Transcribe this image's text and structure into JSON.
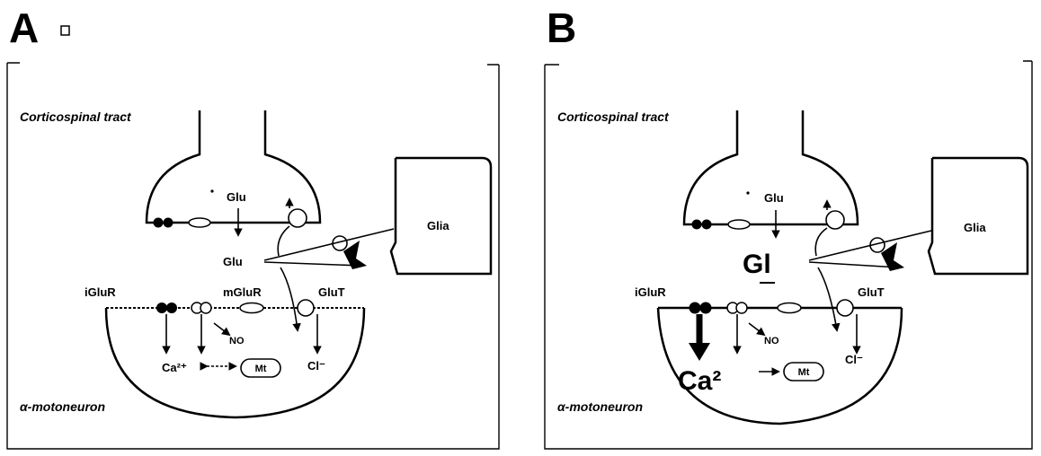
{
  "panels": [
    {
      "letter": "A",
      "tract": "Corticospinal tract",
      "glu_top": "Glu",
      "glu_cleft": "Glu",
      "glia": "Glia",
      "iglur": "iGluR",
      "mglur": "mGluR",
      "glut": "GluT",
      "no": "NO",
      "cl": "Cl⁻",
      "ca": "Ca²⁺",
      "mt": "Mt",
      "neuron": "α-motoneuron"
    },
    {
      "letter": "B",
      "tract": "Corticospinal tract",
      "glu_top": "Glu",
      "glu_cleft": "Gl",
      "glia": "Glia",
      "iglur": "iGluR",
      "glut": "GluT",
      "no": "NO",
      "cl": "Cl⁻",
      "ca": "Ca²",
      "mt": "Mt",
      "neuron": "α-motoneuron"
    }
  ]
}
